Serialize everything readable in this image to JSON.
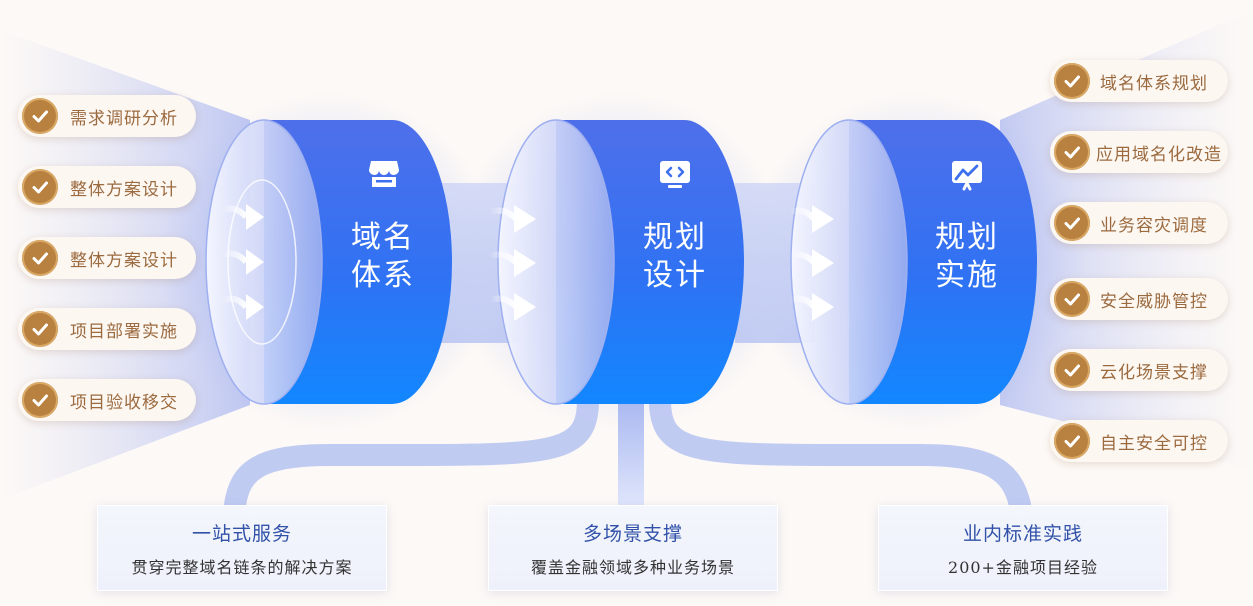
{
  "left_items": [
    "需求调研分析",
    "整体方案设计",
    "整体方案设计",
    "项目部署实施",
    "项目验收移交"
  ],
  "right_items": [
    "域名体系规划",
    "应用域名化改造",
    "业务容灾调度",
    "安全威胁管控",
    "云化场景支撑",
    "自主安全可控"
  ],
  "drums": [
    {
      "line1": "域名",
      "line2": "体系",
      "icon": "store-icon"
    },
    {
      "line1": "规划",
      "line2": "设计",
      "icon": "code-screen-icon"
    },
    {
      "line1": "规划",
      "line2": "实施",
      "icon": "chart-screen-icon"
    }
  ],
  "cards": [
    {
      "title": "一站式服务",
      "subtitle": "贯穿完整域名链条的解决方案"
    },
    {
      "title": "多场景支撑",
      "subtitle": "覆盖金融领域多种业务场景"
    },
    {
      "title": "业内标准实践",
      "subtitle": "200+金融项目经验"
    }
  ],
  "colors": {
    "accent_blue": "#1a6cf7",
    "check_gold": "#b9813f",
    "pill_text": "#9b6a3f",
    "card_title": "#3152a8"
  }
}
